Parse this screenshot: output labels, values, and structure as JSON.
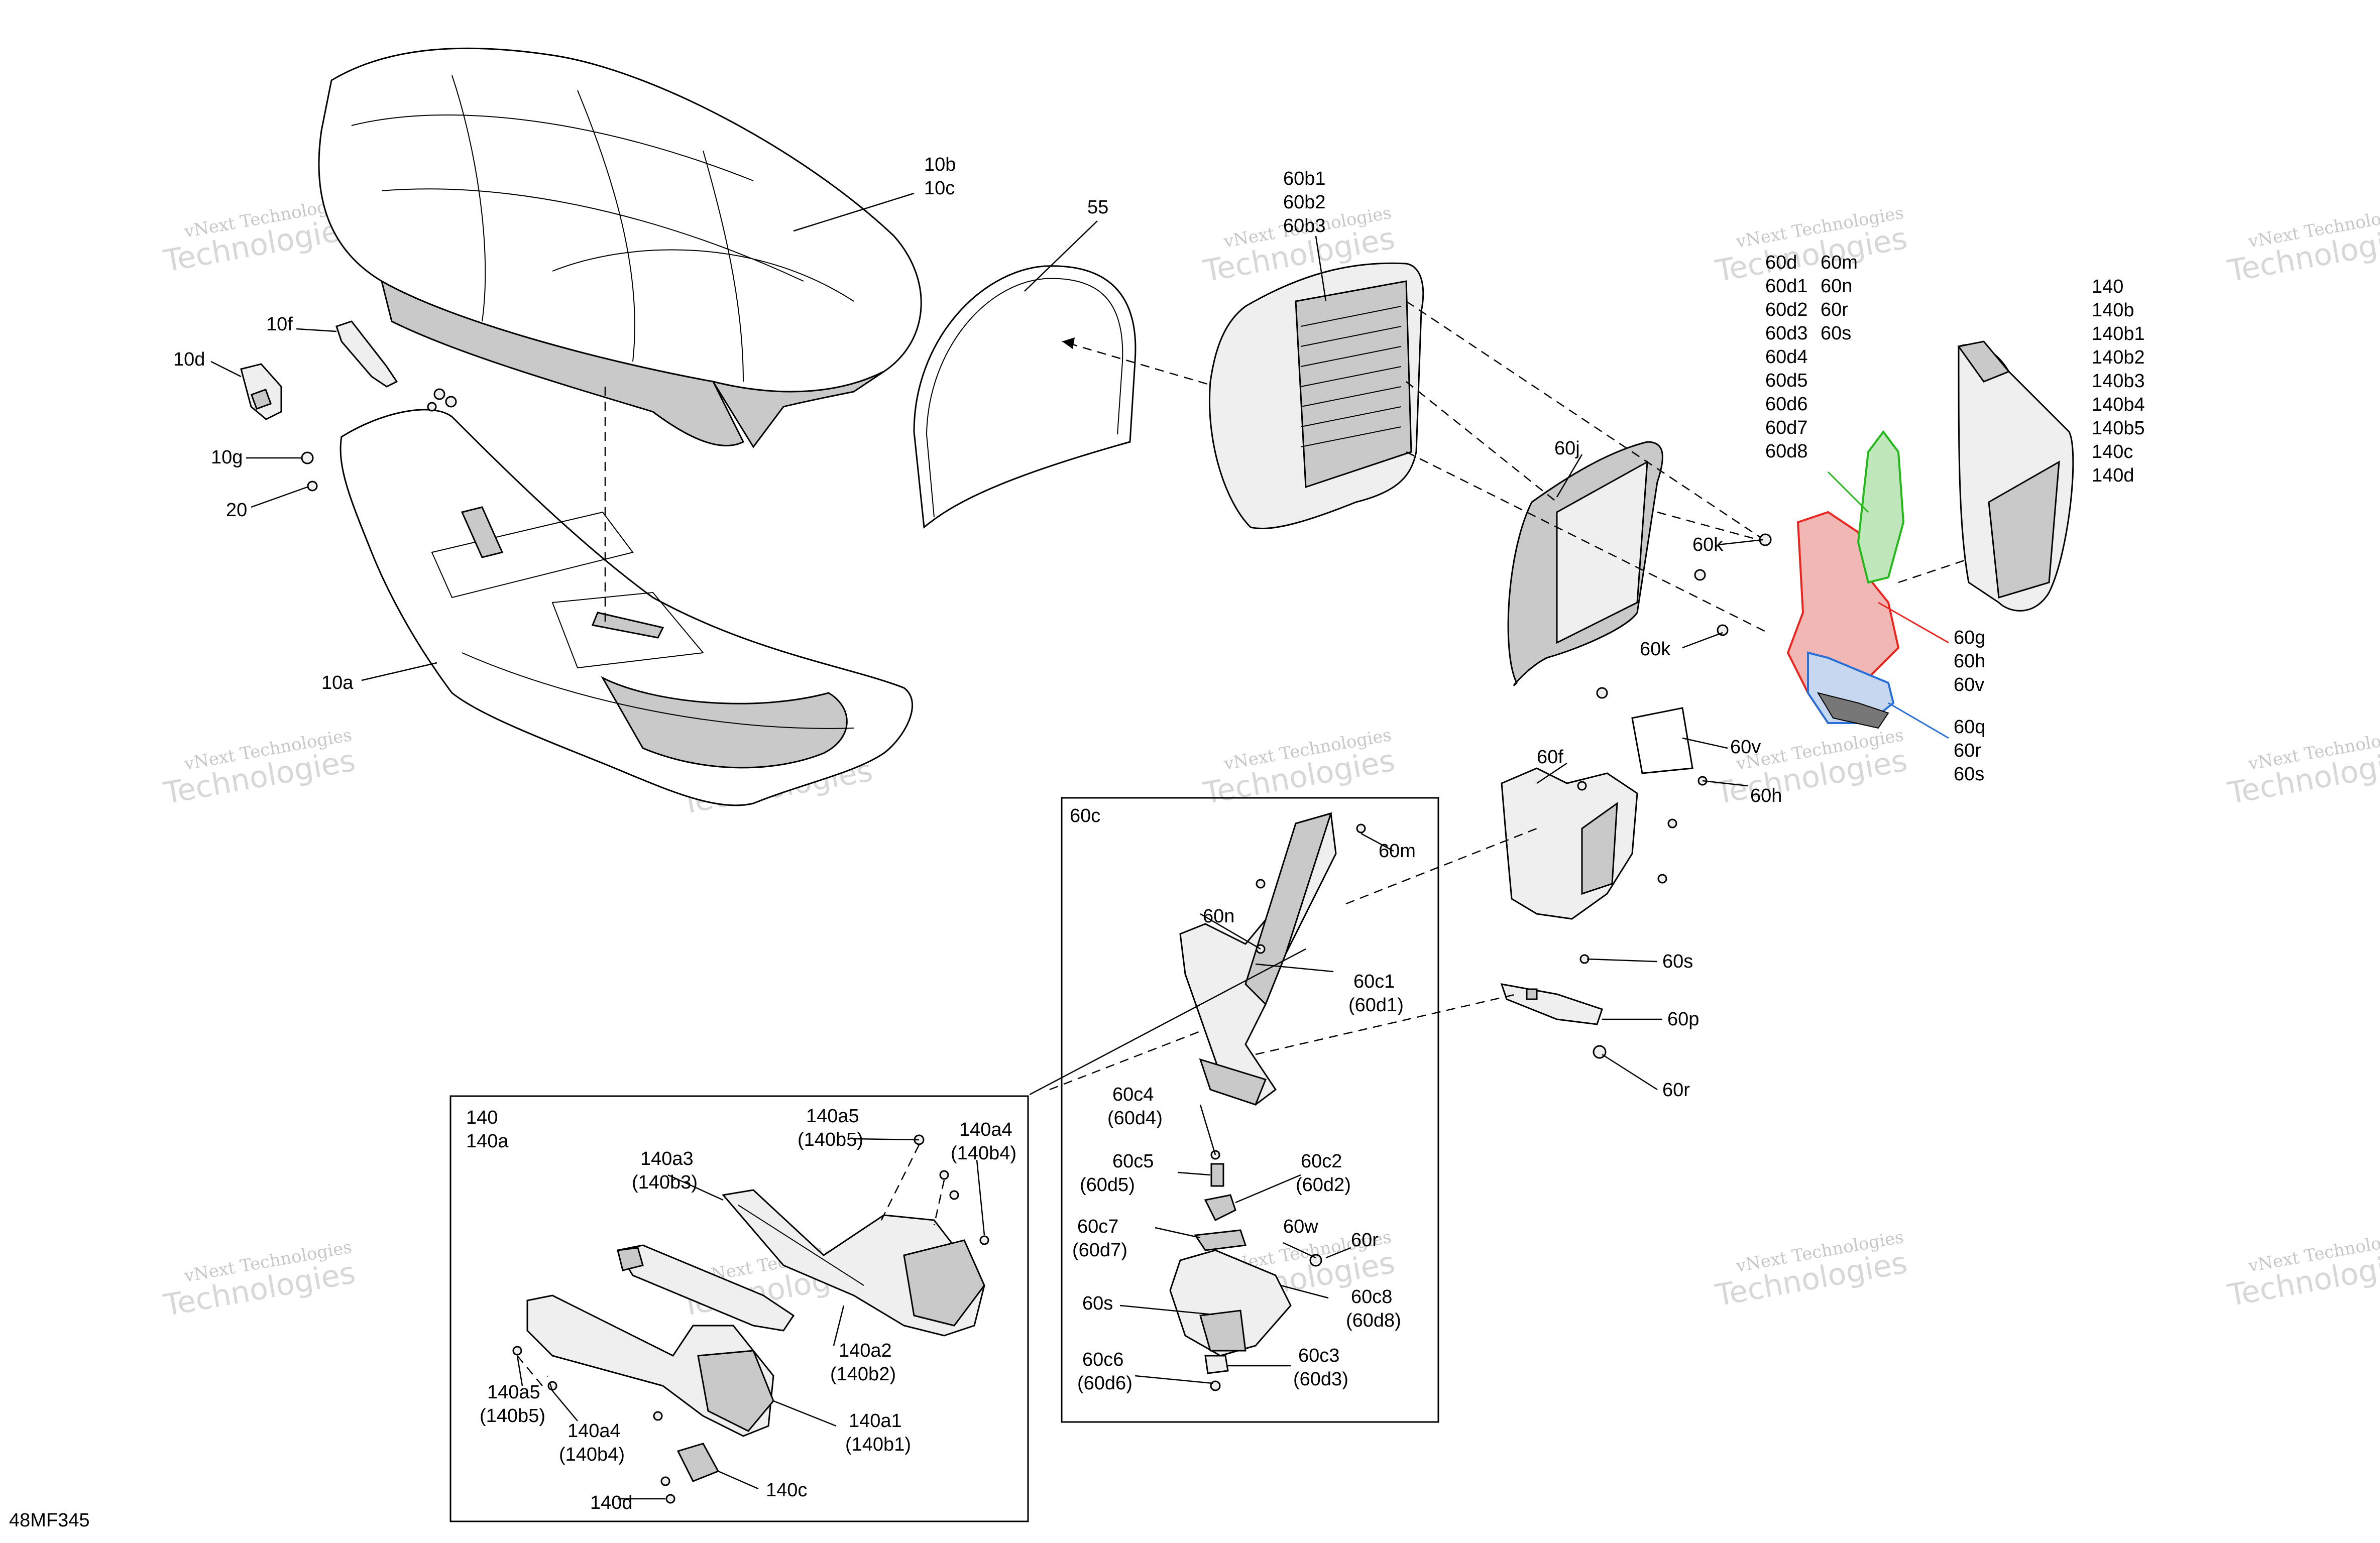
{
  "diagram_id": "48MF345",
  "watermark": {
    "line1": "vNext Technologies",
    "line2": "Technologies"
  },
  "labels": {
    "l10b": "10b",
    "l10c": "10c",
    "l55": "55",
    "l60b1": "60b1",
    "l60b2": "60b2",
    "l60b3": "60b3",
    "l10f": "10f",
    "l10d": "10d",
    "l10g": "10g",
    "l20": "20",
    "l10a": "10a",
    "l60j": "60j",
    "l60k_a": "60k",
    "l60k_b": "60k",
    "l60d": "60d",
    "l60d1": "60d1",
    "l60d2": "60d2",
    "l60d3": "60d3",
    "l60d4": "60d4",
    "l60d5": "60d5",
    "l60d6": "60d6",
    "l60d7": "60d7",
    "l60d8": "60d8",
    "l60m_top": "60m",
    "l60n_top": "60n",
    "l60r_top": "60r",
    "l60s_top": "60s",
    "l140": "140",
    "l140b": "140b",
    "l140b1": "140b1",
    "l140b2": "140b2",
    "l140b3": "140b3",
    "l140b4": "140b4",
    "l140b5": "140b5",
    "l140c_top": "140c",
    "l140d_top": "140d",
    "l60g": "60g",
    "l60h_r": "60h",
    "l60v_r": "60v",
    "l60q": "60q",
    "l60r_r": "60r",
    "l60s_r": "60s",
    "l60v_mid": "60v",
    "l60h_mid": "60h",
    "l60f": "60f",
    "l60c": "60c",
    "l60m": "60m",
    "l60n": "60n",
    "l60c1": "60c1",
    "l60d1_p": "(60d1)",
    "l60s_mid": "60s",
    "l60p": "60p",
    "l60r_mid": "60r",
    "l60c4": "60c4",
    "l60d4_p": "(60d4)",
    "l60c5": "60c5",
    "l60d5_p": "(60d5)",
    "l60c2": "60c2",
    "l60d2_p": "(60d2)",
    "l60c7": "60c7",
    "l60d7_p": "(60d7)",
    "l60w": "60w",
    "l60r_b": "60r",
    "l60s_b": "60s",
    "l60c8": "60c8",
    "l60d8_p": "(60d8)",
    "l60c6": "60c6",
    "l60d6_p": "(60d6)",
    "l60c3": "60c3",
    "l60d3_p": "(60d3)",
    "l140_box": "140",
    "l140a": "140a",
    "l140a5_t": "140a5",
    "l140b5_t": "(140b5)",
    "l140a4_t": "140a4",
    "l140b4_t": "(140b4)",
    "l140a3": "140a3",
    "l140b3_p": "(140b3)",
    "l140a2": "140a2",
    "l140b2_p": "(140b2)",
    "l140a5_b": "140a5",
    "l140b5_b": "(140b5)",
    "l140a4_b": "140a4",
    "l140b4_b": "(140b4)",
    "l140a1": "140a1",
    "l140b1_p": "(140b1)",
    "l140c": "140c",
    "l140d": "140d"
  },
  "colors": {
    "outline": "#000000",
    "part_fill": "#efefef",
    "part_shade": "#c9c9c9",
    "highlight_red": "#e8261f",
    "highlight_green": "#25b81c",
    "highlight_blue": "#2a6fd6",
    "watermark": "#9a9a9a"
  }
}
